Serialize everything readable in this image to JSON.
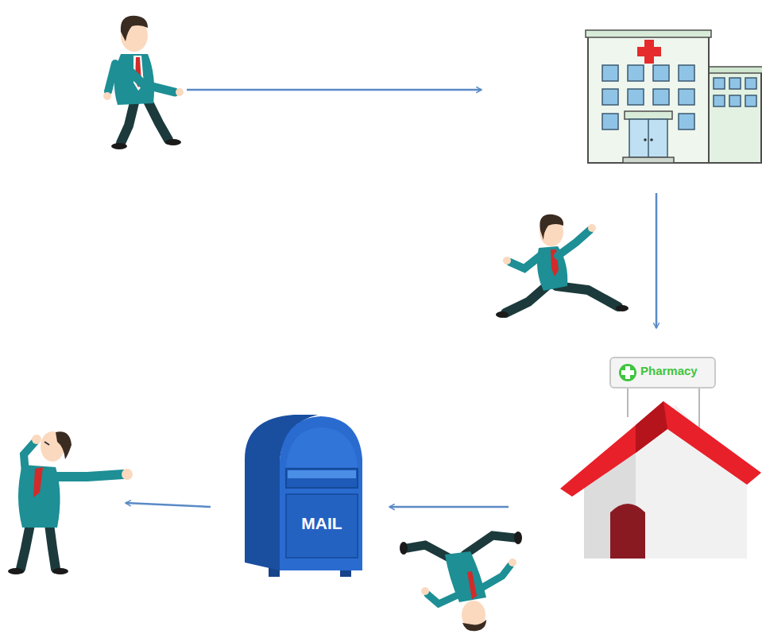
{
  "diagram": {
    "nodes": [
      {
        "text": [
          "Pharmacy"
        ]
      },
      {
        "text": [
          "MAIL"
        ]
      }
    ],
    "edges": [
      {
        "from": 0,
        "to": 1,
        "arrow": "to"
      }
    ]
  }
}
